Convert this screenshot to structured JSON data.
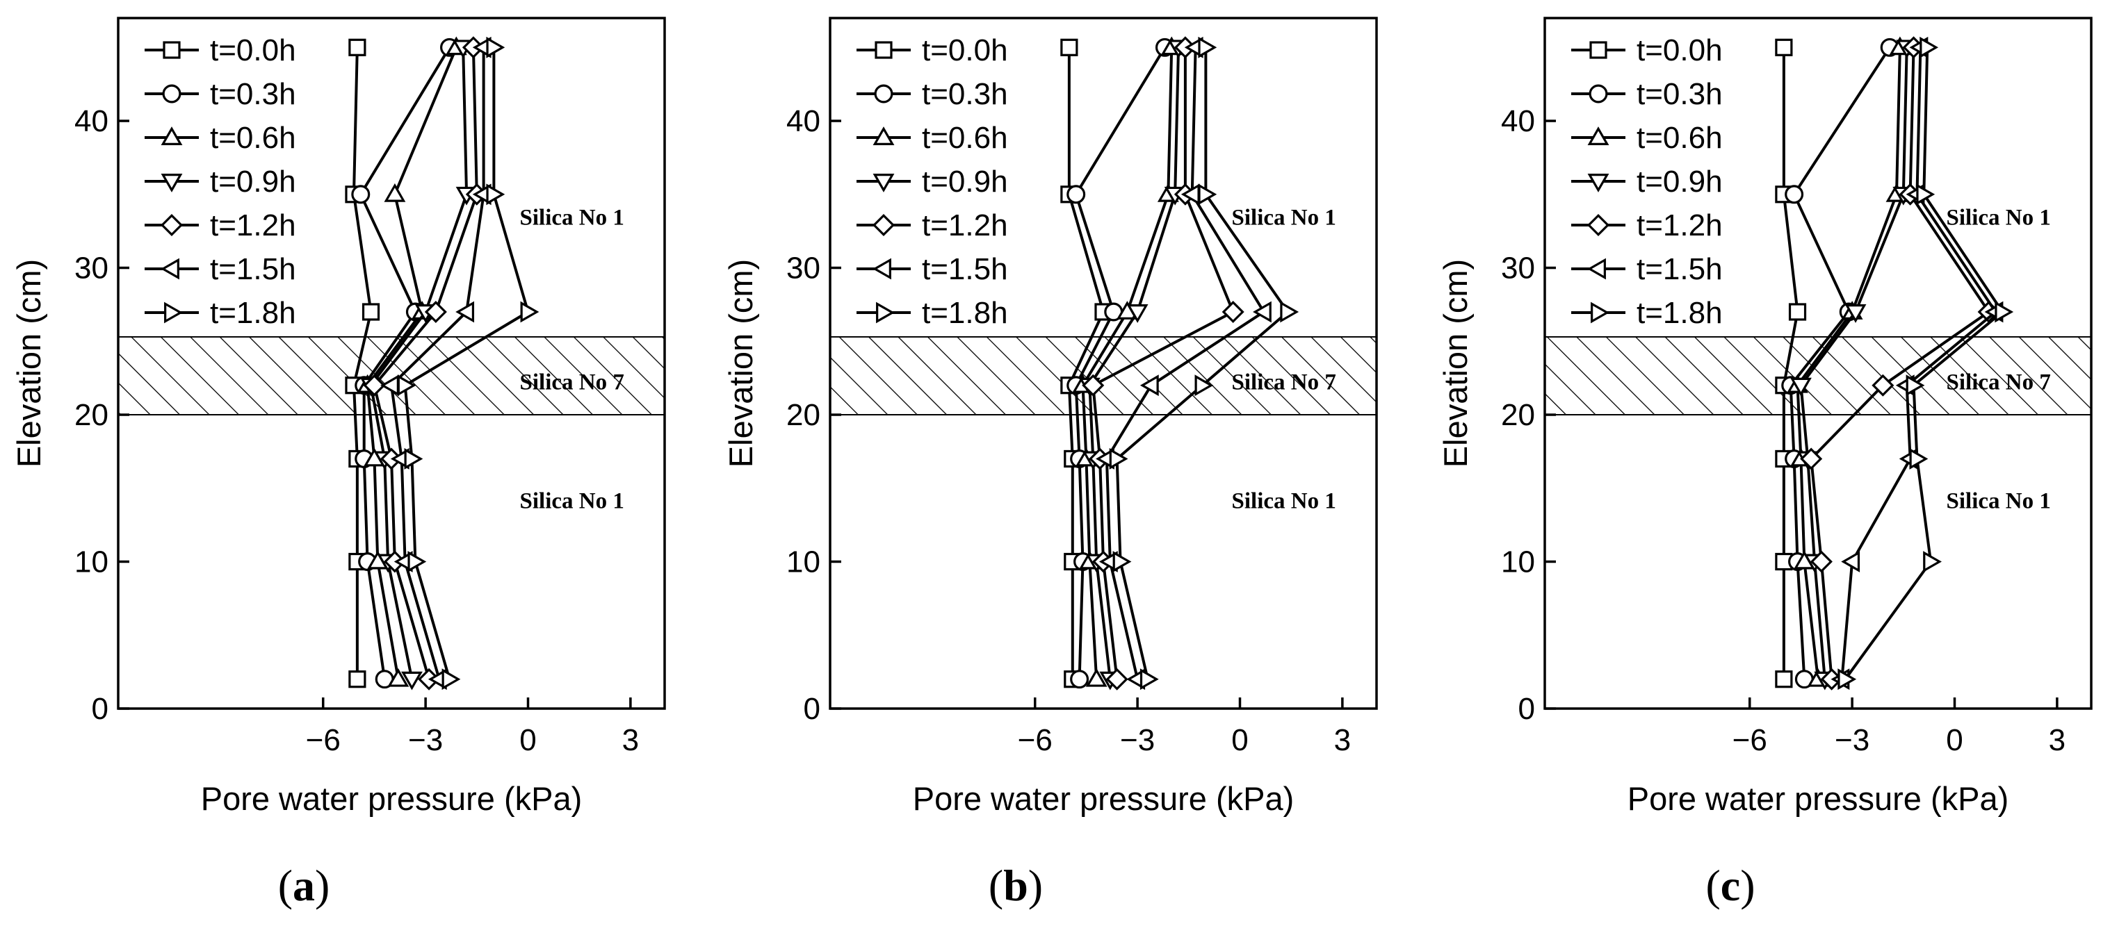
{
  "chart_data": [
    {
      "type": "line",
      "panel_label": "a",
      "xlabel": "Pore water pressure (kPa)",
      "ylabel": "Elevation (cm)",
      "xlim": [
        -12,
        4
      ],
      "ylim": [
        0,
        47
      ],
      "xticks": [
        -6,
        -3,
        0,
        3
      ],
      "yticks": [
        0,
        10,
        20,
        30,
        40
      ],
      "elevations": [
        45,
        35,
        27,
        22,
        17,
        10,
        2
      ],
      "layer_band": [
        20,
        25.3
      ],
      "layer_labels": [
        {
          "text": "Silica No 1",
          "x": 0,
          "y": 33.5
        },
        {
          "text": "Silica No 7",
          "x": 0,
          "y": 22.3
        },
        {
          "text": "Silica No 1",
          "x": 0,
          "y": 14.2
        }
      ],
      "legend_position": "top-left",
      "series": [
        {
          "name": "t=0.0h",
          "marker": "square",
          "values": [
            -5.0,
            -5.1,
            -4.6,
            -5.1,
            -5.0,
            -5.0,
            -5.0
          ]
        },
        {
          "name": "t=0.3h",
          "marker": "circle",
          "values": [
            -2.3,
            -4.9,
            -3.3,
            -4.8,
            -4.8,
            -4.7,
            -4.2
          ]
        },
        {
          "name": "t=0.6h",
          "marker": "triangle-up",
          "values": [
            -2.1,
            -3.9,
            -3.1,
            -4.7,
            -4.5,
            -4.4,
            -3.8
          ]
        },
        {
          "name": "t=0.9h",
          "marker": "triangle-down",
          "values": [
            -1.9,
            -1.8,
            -3.0,
            -4.6,
            -4.2,
            -4.1,
            -3.4
          ]
        },
        {
          "name": "t=1.2h",
          "marker": "diamond",
          "values": [
            -1.6,
            -1.5,
            -2.7,
            -4.5,
            -4.0,
            -3.9,
            -2.9
          ]
        },
        {
          "name": "t=1.5h",
          "marker": "triangle-left",
          "values": [
            -1.3,
            -1.3,
            -1.8,
            -4.0,
            -3.7,
            -3.6,
            -2.6
          ]
        },
        {
          "name": "t=1.8h",
          "marker": "triangle-right",
          "values": [
            -1.0,
            -1.0,
            0.0,
            -3.6,
            -3.4,
            -3.3,
            -2.3
          ]
        }
      ]
    },
    {
      "type": "line",
      "panel_label": "b",
      "xlabel": "Pore water pressure (kPa)",
      "ylabel": "Elevation (cm)",
      "xlim": [
        -12,
        4
      ],
      "ylim": [
        0,
        47
      ],
      "xticks": [
        -6,
        -3,
        0,
        3
      ],
      "yticks": [
        0,
        10,
        20,
        30,
        40
      ],
      "elevations": [
        45,
        35,
        27,
        22,
        17,
        10,
        2
      ],
      "layer_band": [
        20,
        25.3
      ],
      "layer_labels": [
        {
          "text": "Silica No 1",
          "x": 0,
          "y": 33.5
        },
        {
          "text": "Silica No 7",
          "x": 0,
          "y": 22.3
        },
        {
          "text": "Silica No 1",
          "x": 0,
          "y": 14.2
        }
      ],
      "legend_position": "top-left",
      "series": [
        {
          "name": "t=0.0h",
          "marker": "square",
          "values": [
            -5.0,
            -5.0,
            -4.0,
            -5.0,
            -4.9,
            -4.9,
            -4.9
          ]
        },
        {
          "name": "t=0.3h",
          "marker": "circle",
          "values": [
            -2.2,
            -4.8,
            -3.7,
            -4.8,
            -4.7,
            -4.6,
            -4.7
          ]
        },
        {
          "name": "t=0.6h",
          "marker": "triangle-up",
          "values": [
            -2.0,
            -2.1,
            -3.3,
            -4.6,
            -4.5,
            -4.4,
            -4.2
          ]
        },
        {
          "name": "t=0.9h",
          "marker": "triangle-down",
          "values": [
            -1.8,
            -1.9,
            -3.0,
            -4.4,
            -4.3,
            -4.2,
            -3.8
          ]
        },
        {
          "name": "t=1.2h",
          "marker": "diamond",
          "values": [
            -1.6,
            -1.6,
            -0.2,
            -4.3,
            -4.1,
            -4.0,
            -3.6
          ]
        },
        {
          "name": "t=1.5h",
          "marker": "triangle-left",
          "values": [
            -1.3,
            -1.4,
            0.7,
            -2.6,
            -3.9,
            -3.8,
            -3.0
          ]
        },
        {
          "name": "t=1.8h",
          "marker": "triangle-right",
          "values": [
            -1.0,
            -1.0,
            1.4,
            -1.1,
            -3.6,
            -3.5,
            -2.7
          ]
        }
      ]
    },
    {
      "type": "line",
      "panel_label": "c",
      "xlabel": "Pore water pressure (kPa)",
      "ylabel": "Elevation (cm)",
      "xlim": [
        -12,
        4
      ],
      "ylim": [
        0,
        47
      ],
      "xticks": [
        -6,
        -3,
        0,
        3
      ],
      "yticks": [
        0,
        10,
        20,
        30,
        40
      ],
      "elevations": [
        45,
        35,
        27,
        22,
        17,
        10,
        2
      ],
      "layer_band": [
        20,
        25.3
      ],
      "layer_labels": [
        {
          "text": "Silica No 1",
          "x": 0,
          "y": 33.5
        },
        {
          "text": "Silica No 7",
          "x": 0,
          "y": 22.3
        },
        {
          "text": "Silica No 1",
          "x": 0,
          "y": 14.2
        }
      ],
      "legend_position": "top-left",
      "series": [
        {
          "name": "t=0.0h",
          "marker": "square",
          "values": [
            -5.0,
            -5.0,
            -4.6,
            -5.0,
            -5.0,
            -5.0,
            -5.0
          ]
        },
        {
          "name": "t=0.3h",
          "marker": "circle",
          "values": [
            -1.9,
            -4.7,
            -3.1,
            -4.8,
            -4.7,
            -4.6,
            -4.4
          ]
        },
        {
          "name": "t=0.6h",
          "marker": "triangle-up",
          "values": [
            -1.6,
            -1.7,
            -3.0,
            -4.6,
            -4.5,
            -4.4,
            -4.0
          ]
        },
        {
          "name": "t=0.9h",
          "marker": "triangle-down",
          "values": [
            -1.4,
            -1.5,
            -2.9,
            -4.5,
            -4.3,
            -4.1,
            -3.8
          ]
        },
        {
          "name": "t=1.2h",
          "marker": "diamond",
          "values": [
            -1.2,
            -1.3,
            1.0,
            -2.1,
            -4.2,
            -3.9,
            -3.6
          ]
        },
        {
          "name": "t=1.5h",
          "marker": "triangle-left",
          "values": [
            -1.0,
            -1.1,
            1.2,
            -1.4,
            -1.3,
            -3.0,
            -3.3
          ]
        },
        {
          "name": "t=1.8h",
          "marker": "triangle-right",
          "values": [
            -0.8,
            -0.9,
            1.4,
            -1.2,
            -1.1,
            -0.7,
            -3.2
          ]
        }
      ]
    }
  ]
}
